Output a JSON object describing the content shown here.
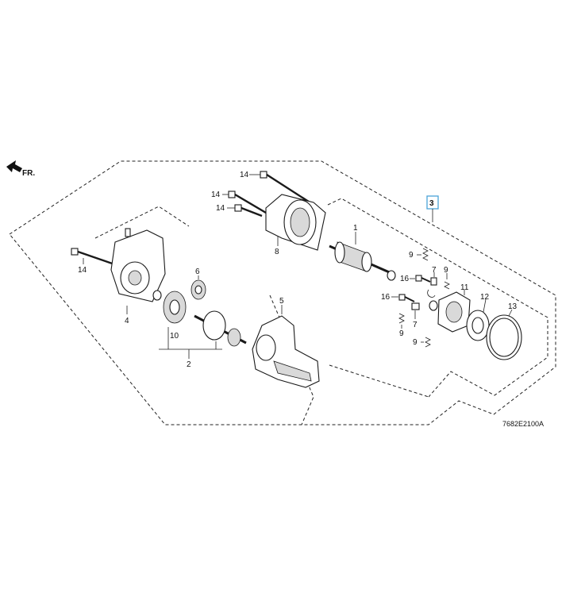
{
  "diagram": {
    "orientation": "FR.",
    "code": "7682E2100A",
    "highlight_color": "#4aa3d8",
    "callouts": {
      "c1": "1",
      "c2": "2",
      "c3": "3",
      "c4": "4",
      "c5": "5",
      "c6": "6",
      "c7a": "7",
      "c7b": "7",
      "c8": "8",
      "c9a": "9",
      "c9b": "9",
      "c9c": "9",
      "c9d": "9",
      "c10": "10",
      "c11": "11",
      "c12": "12",
      "c13": "13",
      "c14a": "14",
      "c14b": "14",
      "c14c": "14",
      "c14d": "14",
      "c16a": "16",
      "c16b": "16"
    }
  }
}
